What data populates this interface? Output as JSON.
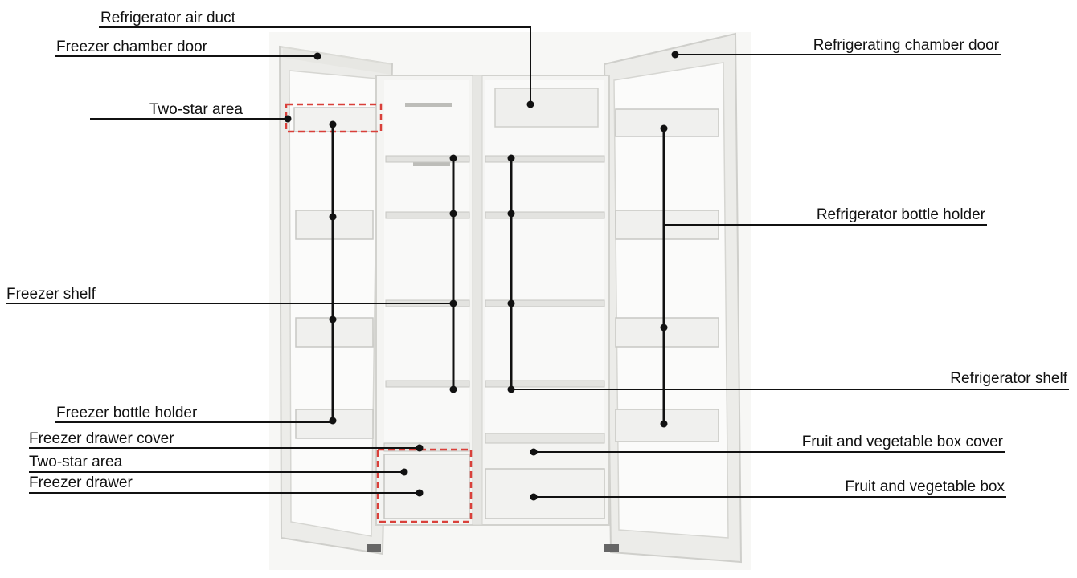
{
  "labels": {
    "refrigerator_air_duct": "Refrigerator air duct",
    "freezer_chamber_door": "Freezer chamber door",
    "refrigerating_chamber_door": "Refrigerating chamber door",
    "two_star_area_top": "Two-star area",
    "refrigerator_bottle_holder": "Refrigerator bottle holder",
    "freezer_shelf": "Freezer shelf",
    "refrigerator_shelf": "Refrigerator shelf",
    "freezer_bottle_holder": "Freezer bottle holder",
    "freezer_drawer_cover": "Freezer drawer cover",
    "fruit_vegetable_box_cover": "Fruit and vegetable box cover",
    "two_star_area_bottom": "Two-star area",
    "freezer_drawer": "Freezer drawer",
    "fruit_vegetable_box": "Fruit and vegetable box"
  },
  "colors": {
    "line": "#111111",
    "highlight": "#d9403a",
    "fridge_body": "#f1f1ef",
    "fridge_shade": "#dcdcd8"
  }
}
